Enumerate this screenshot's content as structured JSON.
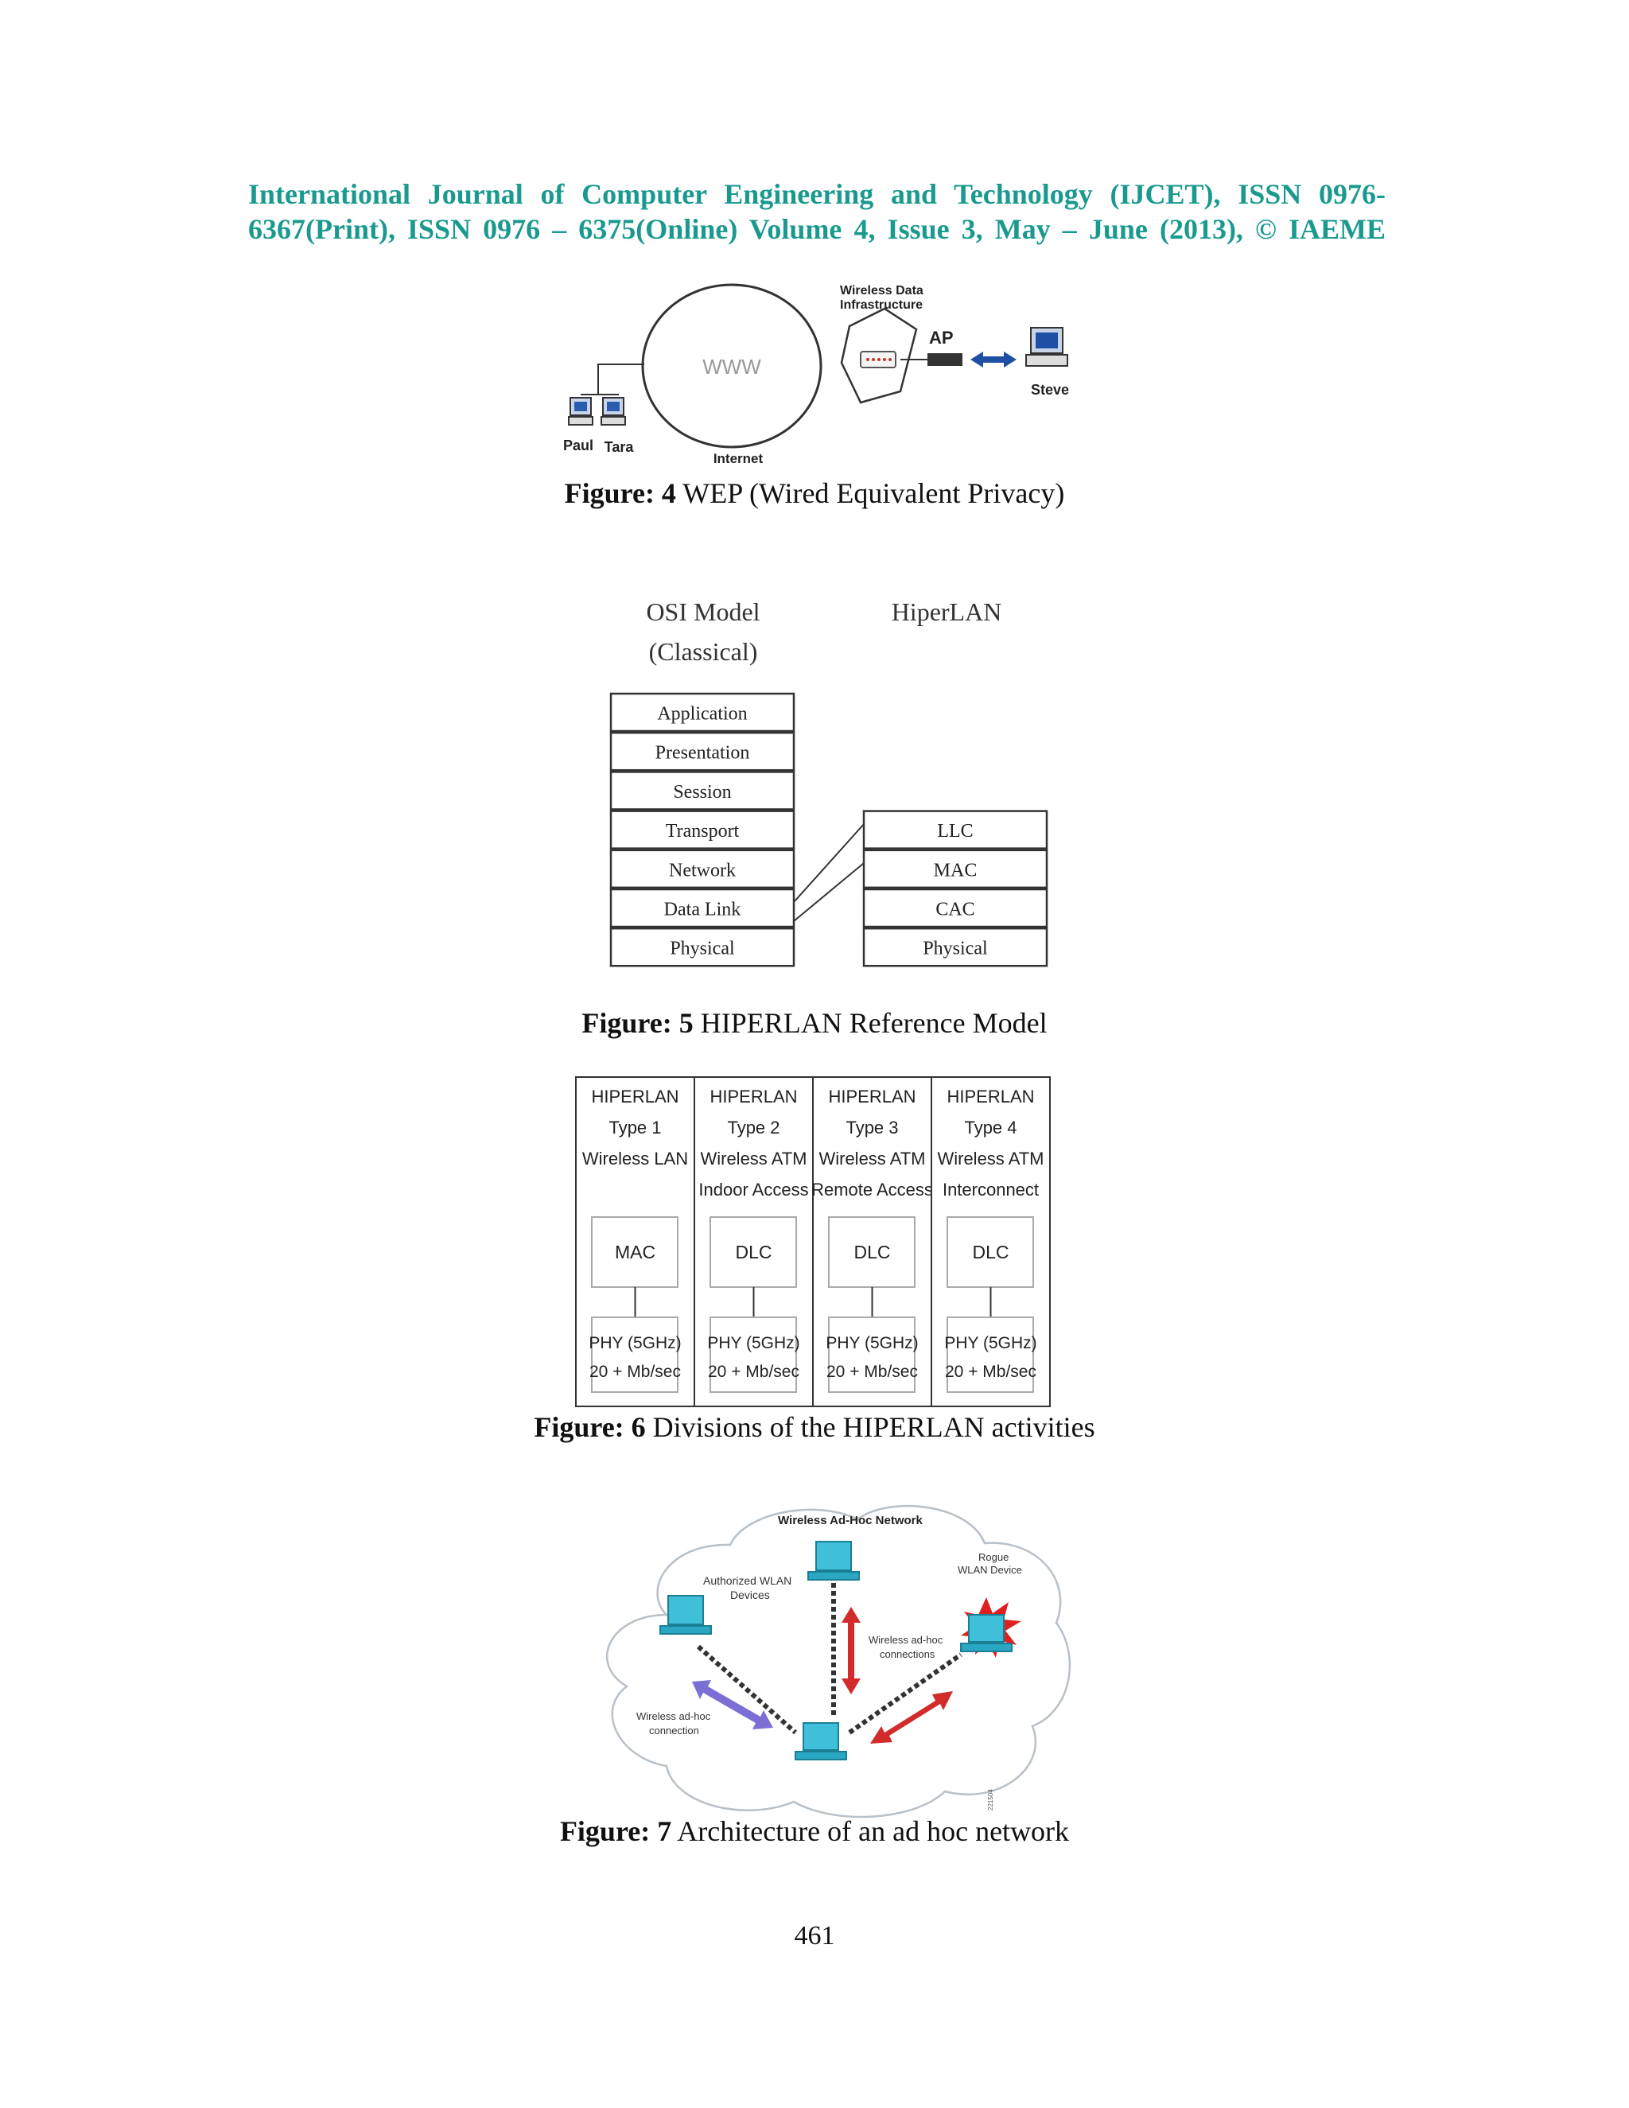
{
  "header": {
    "line1": "International Journal of Computer Engineering and Technology (IJCET), ISSN 0976-",
    "line2": "6367(Print), ISSN 0976 – 6375(Online) Volume 4, Issue 3, May – June (2013), © IAEME"
  },
  "figure4": {
    "caption_label": "Figure: 4",
    "caption_text": " WEP (Wired Equivalent Privacy)",
    "labels": {
      "www": "WWW",
      "internet": "Internet",
      "wireless_infra_1": "Wireless Data",
      "wireless_infra_2": "Infrastructure",
      "ap": "AP",
      "steve": "Steve",
      "paul": "Paul",
      "tara": "Tara"
    }
  },
  "figure5": {
    "caption_label": "Figure: 5",
    "caption_text": " HIPERLAN Reference Model",
    "osi_title_1": "OSI Model",
    "osi_title_2": "(Classical)",
    "hiperlan_title": "HiperLAN",
    "osi_layers": [
      "Application",
      "Presentation",
      "Session",
      "Transport",
      "Network",
      "Data Link",
      "Physical"
    ],
    "hiperlan_layers": [
      "LLC",
      "MAC",
      "CAC",
      "Physical"
    ]
  },
  "figure6": {
    "caption_label": "Figure: 6",
    "caption_text": " Divisions of the HIPERLAN activities",
    "columns": [
      {
        "l1": "HIPERLAN",
        "l2": "Type 1",
        "l3": "Wireless LAN",
        "l4": "",
        "box": "MAC",
        "phy1": "PHY (5GHz)",
        "phy2": "20 + Mb/sec"
      },
      {
        "l1": "HIPERLAN",
        "l2": "Type 2",
        "l3": "Wireless ATM",
        "l4": "Indoor Access",
        "box": "DLC",
        "phy1": "PHY (5GHz)",
        "phy2": "20 + Mb/sec"
      },
      {
        "l1": "HIPERLAN",
        "l2": "Type 3",
        "l3": "Wireless ATM",
        "l4": "Remote Access",
        "box": "DLC",
        "phy1": "PHY (5GHz)",
        "phy2": "20 + Mb/sec"
      },
      {
        "l1": "HIPERLAN",
        "l2": "Type 4",
        "l3": "Wireless ATM",
        "l4": "Interconnect",
        "box": "DLC",
        "phy1": "PHY (5GHz)",
        "phy2": "20 + Mb/sec"
      }
    ]
  },
  "figure7": {
    "caption_label": "Figure: 7",
    "caption_text": " Architecture of an ad hoc network",
    "labels": {
      "title": "Wireless Ad-Hoc Network",
      "authorized_1": "Authorized WLAN",
      "authorized_2": "Devices",
      "rogue_1": "Rogue",
      "rogue_2": "WLAN Device",
      "adhoc_conns_1": "Wireless ad-hoc",
      "adhoc_conns_2": "connections",
      "adhoc_conn_1": "Wireless ad-hoc",
      "adhoc_conn_2": "connection",
      "figure_id": "221504"
    }
  },
  "page_number": "461"
}
